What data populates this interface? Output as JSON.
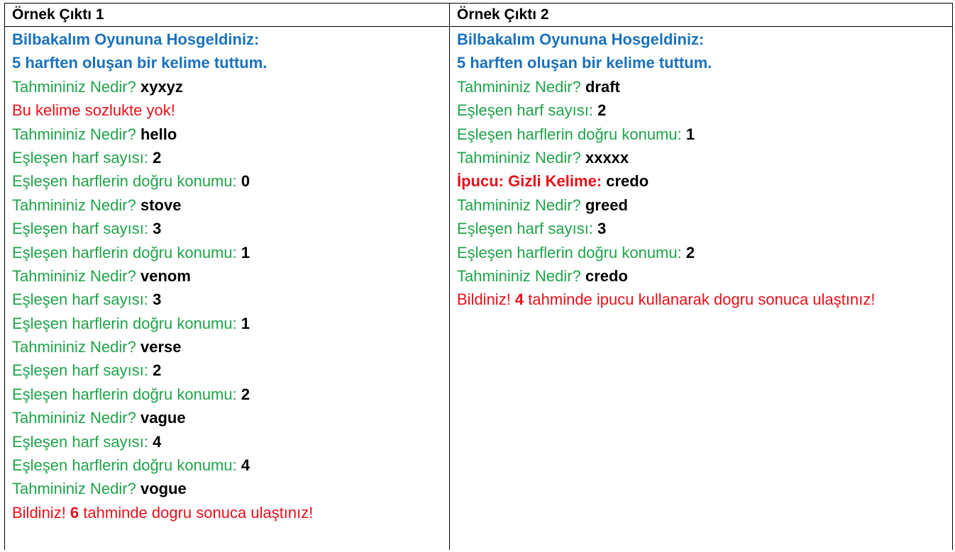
{
  "headers": [
    "Örnek Çıktı 1",
    "Örnek Çıktı 2"
  ],
  "output1": [
    {
      "type": "intro",
      "text": "Bilbakalım Oyununa Hosgeldiniz:"
    },
    {
      "type": "intro",
      "text": "5 harften oluşan bir kelime tuttum."
    },
    {
      "type": "prompt",
      "label": "Tahmininiz Nedir? ",
      "value": "xyxyz"
    },
    {
      "type": "error",
      "text": "Bu kelime sozlukte yok!"
    },
    {
      "type": "prompt",
      "label": "Tahmininiz Nedir? ",
      "value": "hello"
    },
    {
      "type": "prompt",
      "label": "Eşleşen harf sayısı: ",
      "value": "2"
    },
    {
      "type": "prompt",
      "label": "Eşleşen harflerin doğru konumu: ",
      "value": "0"
    },
    {
      "type": "prompt",
      "label": "Tahmininiz Nedir? ",
      "value": "stove"
    },
    {
      "type": "prompt",
      "label": "Eşleşen harf sayısı: ",
      "value": "3"
    },
    {
      "type": "prompt",
      "label": "Eşleşen harflerin doğru konumu: ",
      "value": "1"
    },
    {
      "type": "prompt",
      "label": "Tahmininiz Nedir? ",
      "value": "venom"
    },
    {
      "type": "prompt",
      "label": "Eşleşen harf sayısı: ",
      "value": "3"
    },
    {
      "type": "prompt",
      "label": "Eşleşen harflerin doğru konumu: ",
      "value": "1"
    },
    {
      "type": "prompt",
      "label": "Tahmininiz Nedir? ",
      "value": "verse"
    },
    {
      "type": "prompt",
      "label": "Eşleşen harf sayısı: ",
      "value": "2"
    },
    {
      "type": "prompt",
      "label": "Eşleşen harflerin doğru konumu: ",
      "value": "2"
    },
    {
      "type": "prompt",
      "label": "Tahmininiz Nedir? ",
      "value": "vague"
    },
    {
      "type": "prompt",
      "label": "Eşleşen harf sayısı: ",
      "value": "4"
    },
    {
      "type": "prompt",
      "label": "Eşleşen harflerin doğru konumu: ",
      "value": "4"
    },
    {
      "type": "prompt",
      "label": "Tahmininiz Nedir? ",
      "value": "vogue"
    },
    {
      "type": "result",
      "pre": "Bildiniz! ",
      "count": "6",
      "post": " tahminde dogru sonuca ulaştınız!"
    }
  ],
  "output2": [
    {
      "type": "intro",
      "text": "Bilbakalım Oyununa Hosgeldiniz:"
    },
    {
      "type": "intro",
      "text": "5 harften oluşan bir kelime tuttum."
    },
    {
      "type": "prompt",
      "label": "Tahmininiz Nedir? ",
      "value": "draft"
    },
    {
      "type": "prompt",
      "label": "Eşleşen harf sayısı: ",
      "value": "2"
    },
    {
      "type": "prompt",
      "label": "Eşleşen harflerin doğru konumu: ",
      "value": "1"
    },
    {
      "type": "prompt",
      "label": "Tahmininiz Nedir? ",
      "value": "xxxxx"
    },
    {
      "type": "hint",
      "label": "İpucu: Gizli Kelime: ",
      "value": "credo"
    },
    {
      "type": "prompt",
      "label": "Tahmininiz Nedir? ",
      "value": " greed"
    },
    {
      "type": "prompt",
      "label": "Eşleşen harf sayısı: ",
      "value": "3"
    },
    {
      "type": "prompt",
      "label": "Eşleşen harflerin doğru konumu: ",
      "value": "2"
    },
    {
      "type": "prompt",
      "label": "Tahmininiz Nedir? ",
      "value": "credo"
    },
    {
      "type": "result",
      "pre": "Bildiniz! ",
      "count": "4",
      "post": " tahminde ipucu kullanarak dogru sonuca ulaştınız!"
    }
  ]
}
